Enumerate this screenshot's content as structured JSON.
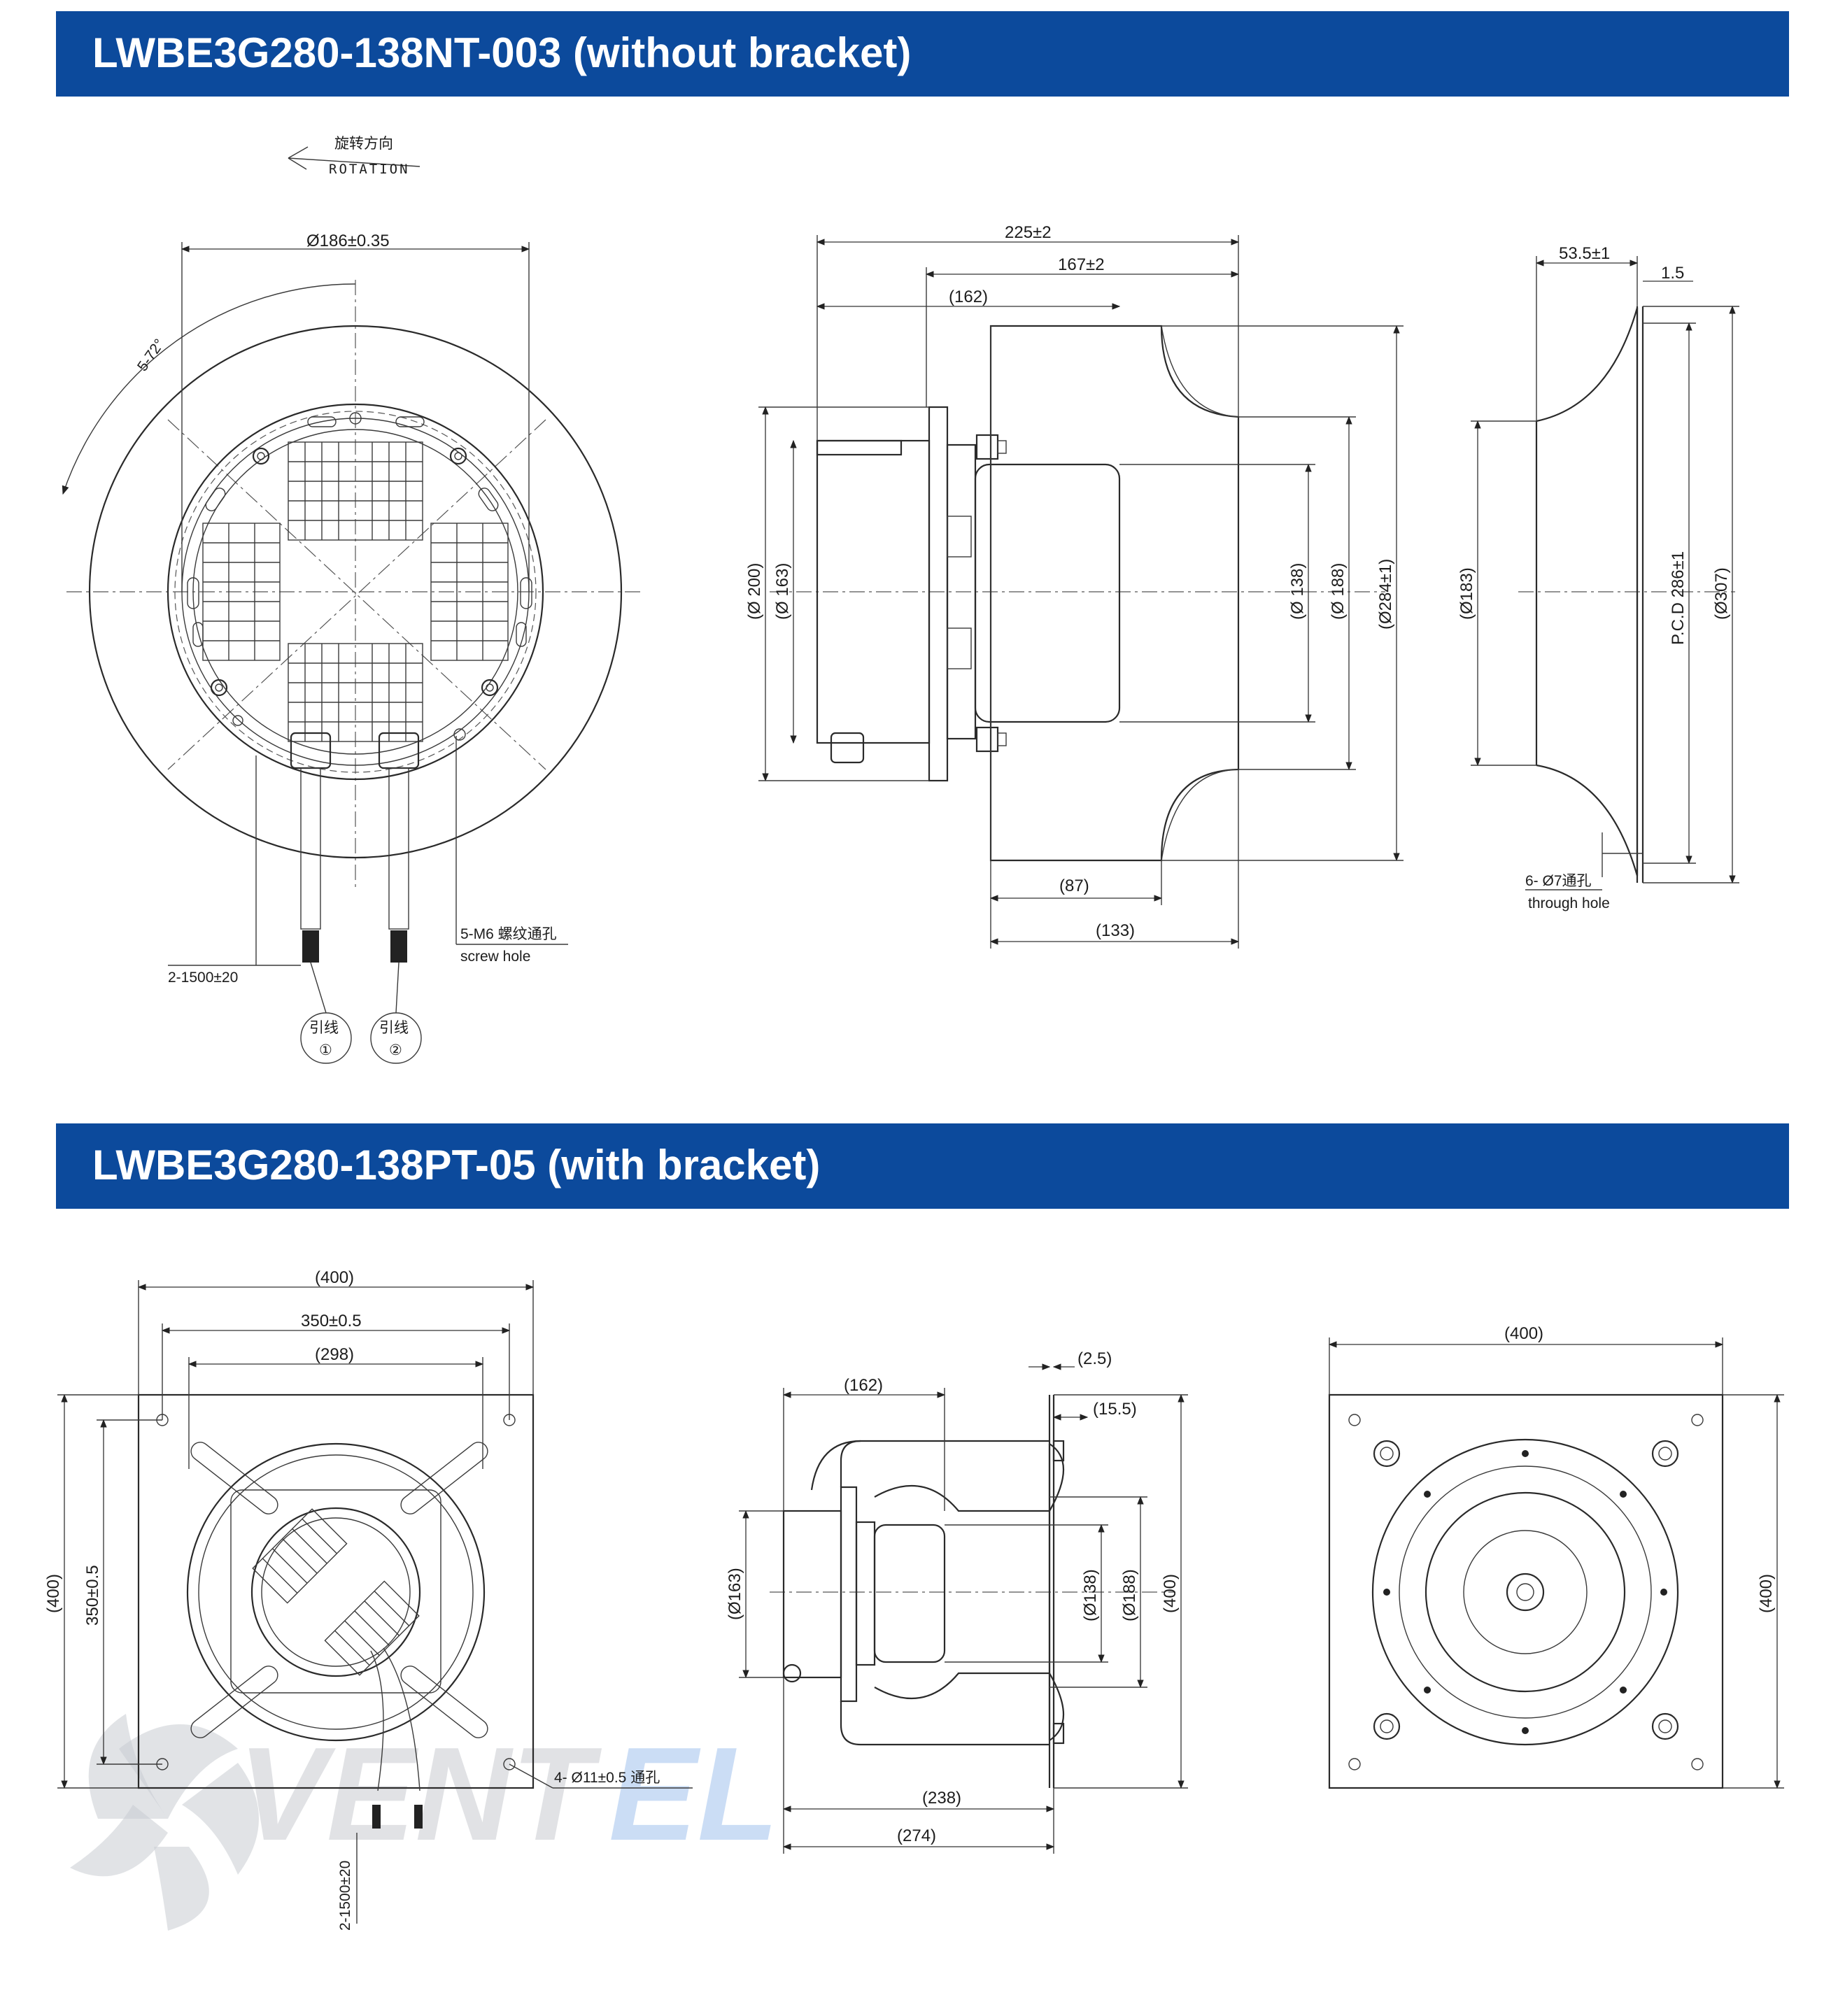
{
  "section1": {
    "title": "LWBE3G280-138NT-003 (without bracket)"
  },
  "section2": {
    "title": "LWBE3G280-138PT-05 (with bracket)"
  },
  "front_view": {
    "rotation_cn": "旋转方向",
    "rotation_en": "ROTATION",
    "diameter": "Ø186±0.35",
    "angle": "5-72°",
    "screw_label": "5-M6 螺纹通孔",
    "screw_label_en": "screw hole",
    "cable_length": "2-1500±20",
    "lead_label": "引线",
    "lead1": "①",
    "lead2": "②"
  },
  "side_view": {
    "len_total": "225±2",
    "len_167": "167±2",
    "len_162": "(162)",
    "d200": "(Ø 200)",
    "d163": "(Ø 163)",
    "d138": "(Ø 138)",
    "d188": "(Ø 188)",
    "d284": "(Ø284±1)",
    "len_87": "(87)",
    "len_133": "(133)"
  },
  "ring_view": {
    "depth": "53.5±1",
    "thickness": "1.5",
    "d183": "(Ø183)",
    "pcd": "P.C.D 286±1",
    "d307": "(Ø307)",
    "holes": "6- Ø7通孔",
    "holes_en": "through hole"
  },
  "bracket_front": {
    "w400": "(400)",
    "w350": "350±0.5",
    "w298": "(298)",
    "h400": "(400)",
    "h350": "350±0.5",
    "holes": "4- Ø11±0.5 通孔",
    "cable": "2-1500±20"
  },
  "bracket_side": {
    "d25": "(2.5)",
    "d155": "(15.5)",
    "len_162": "(162)",
    "d163": "(Ø163)",
    "d138": "(Ø138)",
    "d188": "(Ø188)",
    "h400": "(400)",
    "len_238": "(238)",
    "len_274": "(274)"
  },
  "bracket_back": {
    "w400": "(400)",
    "h400": "(400)"
  },
  "watermark": {
    "text1": "VENT",
    "text2": "EL"
  },
  "colors": {
    "banner": "#0c4a9c",
    "line": "#2a2a2a"
  }
}
